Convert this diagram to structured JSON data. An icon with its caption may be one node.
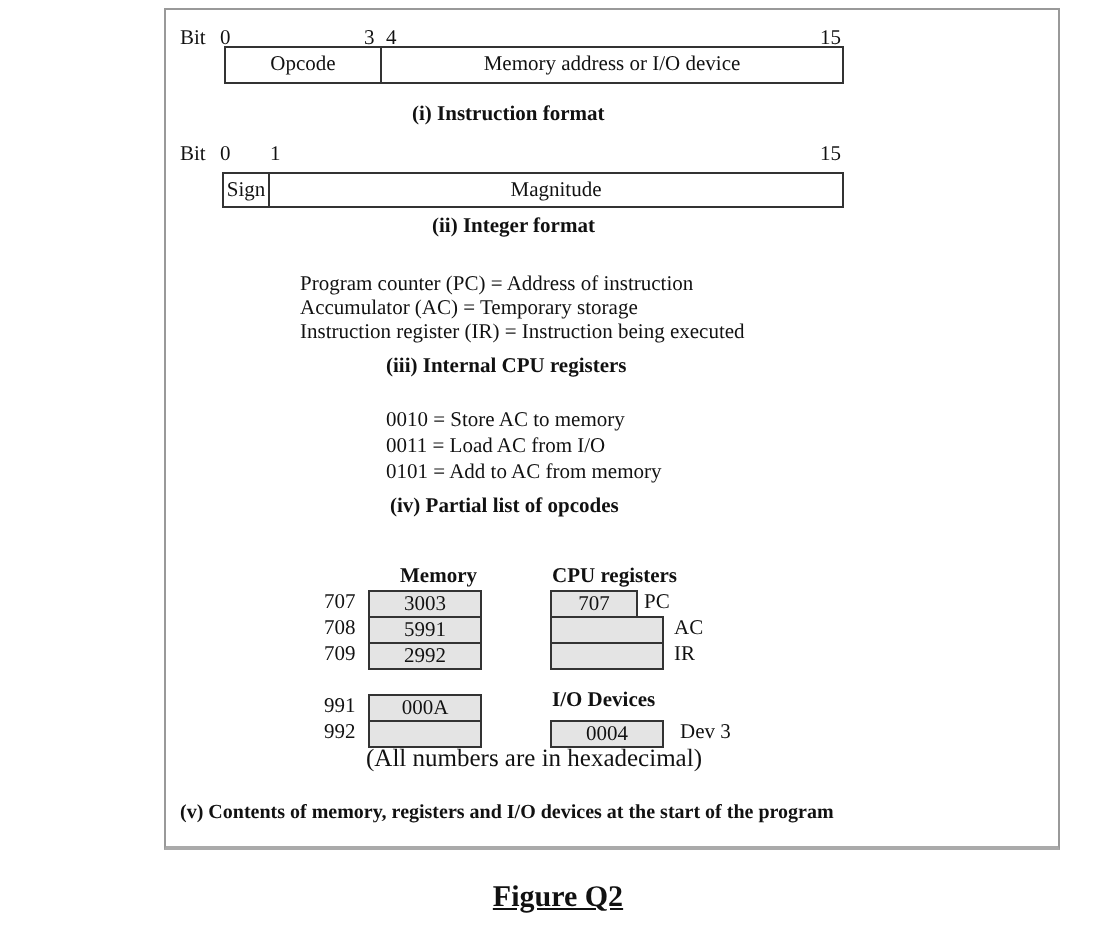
{
  "diagram": {
    "caption": "Figure Q2",
    "nodes": [
      {
        "text": [
          "Opcode"
        ]
      },
      {
        "text": [
          "Memory address or I/O device"
        ]
      },
      {
        "text": [
          "Sign"
        ]
      },
      {
        "text": [
          "Magnitude"
        ]
      },
      {
        "text": [
          "3003"
        ]
      },
      {
        "text": [
          "707"
        ]
      },
      {
        "text": [
          "5991"
        ]
      },
      {
        "text": [],
        "shape": "box"
      },
      {
        "text": [
          "2992"
        ]
      },
      {
        "text": [],
        "shape": "box"
      },
      {
        "text": [
          "000A"
        ]
      },
      {
        "text": [],
        "shape": "box"
      },
      {
        "text": [
          "0004"
        ]
      }
    ],
    "labels": [
      "Bit",
      "0",
      "3",
      "4",
      "15",
      "(i) Instruction format",
      "Bit",
      "0",
      "1",
      "15",
      "(ii) Integer format",
      "Program counter (PC) = Address of instruction",
      "Accumulator (AC) = Temporary storage",
      "Instruction register (IR) = Instruction being executed",
      "(iii) Internal CPU registers",
      "0010 = Store AC to memory",
      "0011 = Load AC from I/O",
      "0101 = Add to AC from memory",
      "(iv) Partial list of opcodes",
      "Memory",
      "CPU registers",
      "707",
      "PC",
      "708",
      "AC",
      "709",
      "IR",
      "991",
      "I/O Devices",
      "992",
      "Dev 3",
      "(All numbers are in hexadecimal)",
      "(v) Contents of memory, registers and I/O devices at the start of the program"
    ]
  }
}
